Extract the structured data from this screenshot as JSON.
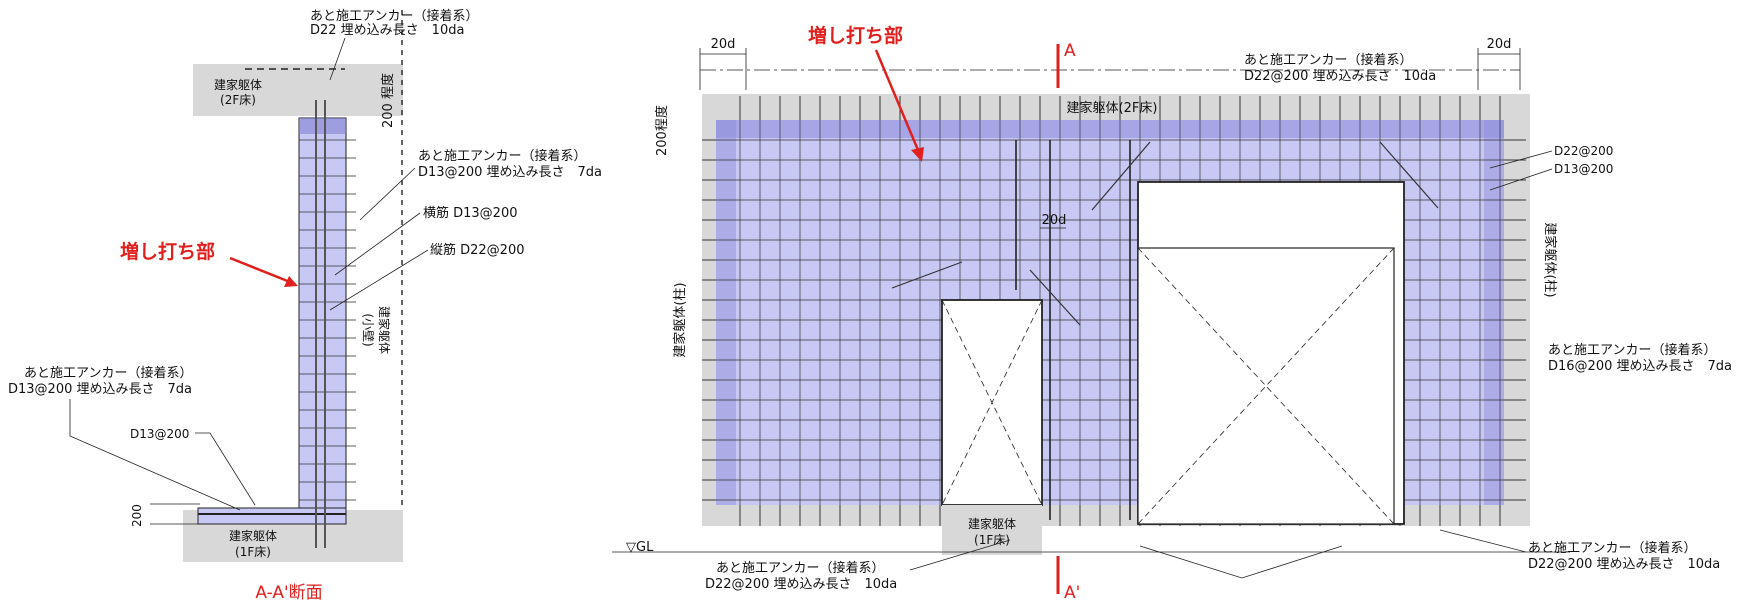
{
  "section": {
    "label_red": "増し打ち部",
    "caption": "A-A'断面",
    "floor2": [
      "建家躯体",
      "(2F床)"
    ],
    "floor1": [
      "建家躯体",
      "(1F床)"
    ],
    "wall_vertical": [
      "建家躯体",
      "(小壁)"
    ],
    "anchor_top": [
      "あと施工アンカー（接着系）",
      "D22 埋め込み長さ　10da"
    ],
    "anchor_mid": [
      "あと施工アンカー（接着系）",
      "D13@200 埋め込み長さ　7da"
    ],
    "yokokin": "横筋 D13@200",
    "tatekin": "縦筋 D22@200",
    "anchor_left": [
      "あと施工アンカー（接着系）",
      "D13@200 埋め込み長さ　7da"
    ],
    "d13": "D13@200",
    "dim200": "200",
    "dim200_top": "200 程度"
  },
  "elevation": {
    "label_red": "増し打ち部",
    "cut_a": "A",
    "cut_a2": "A'",
    "gl": "▽GL",
    "d20_left": "20d",
    "d20_right": "20d",
    "d20_mid": "20d",
    "dim200": "200程度",
    "anchor_top": [
      "あと施工アンカー（接着系）",
      "D22@200 埋め込み長さ　10da"
    ],
    "floor2": "建家躯体(2F床)",
    "col_left": "建家躯体(柱)",
    "col_right": "建家躯体(柱)",
    "d22": "D22@200",
    "d13": "D13@200",
    "anchor_right": [
      "あと施工アンカー（接着系）",
      "D16@200 埋め込み長さ　7da"
    ],
    "floor1": [
      "建家躯体",
      "(1F床)"
    ],
    "anchor_bottom": [
      "あと施工アンカー（接着系）",
      "D22@200 埋め込み長さ　10da"
    ],
    "anchor_br": [
      "あと施工アンカー（接着系）",
      "D22@200 埋め込み長さ　10da"
    ]
  },
  "colors": {
    "infill": "#c8c8f5",
    "concrete": "#d8d8d8",
    "red": "#e0201e",
    "line": "#222222"
  }
}
